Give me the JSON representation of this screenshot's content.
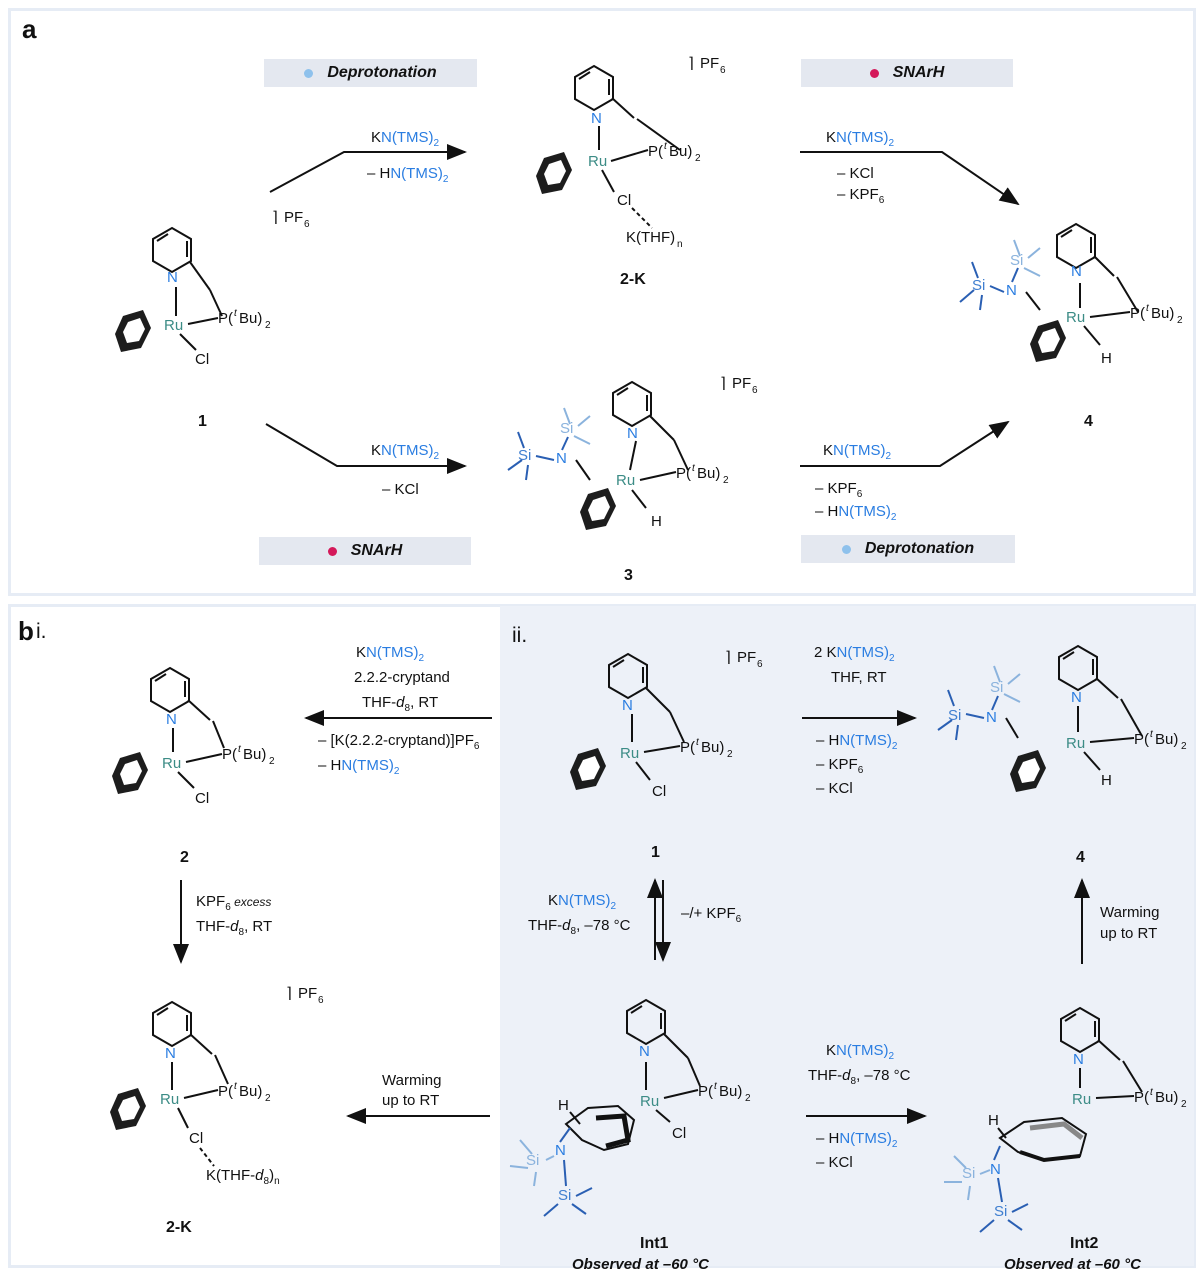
{
  "panel_a": {
    "label": "a",
    "pill_deprotonation_top": "Deprotonation",
    "pill_snarh_top": "SNArH",
    "pill_snarh_bottom": "SNArH",
    "pill_deprotonation_bottom": "Deprotonation",
    "compound_1": "1",
    "compound_2k": "2-K",
    "compound_3": "3",
    "compound_4": "4",
    "arrow1_reagent": "KN(TMS)2",
    "arrow1_byproduct": "– HN(TMS)2",
    "arrow2_reagent": "KN(TMS)2",
    "arrow2_byproducts": [
      "– KCl",
      "– KPF6"
    ],
    "arrow3_reagent": "KN(TMS)2",
    "arrow3_byproduct": "– KCl",
    "arrow4_reagent": "KN(TMS)2",
    "arrow4_byproducts": [
      "– KPF6",
      "– HN(TMS)2"
    ]
  },
  "panel_b": {
    "label": "b",
    "sub_i": "i.",
    "sub_ii": "ii.",
    "compound_2": "2",
    "compound_2k": "2-K",
    "compound_1": "1",
    "compound_4": "4",
    "compound_int1": "Int1",
    "compound_int2": "Int2",
    "observed_int1": "Observed at –60 °C",
    "observed_int2": "Observed at –60 °C",
    "arrow_1_to_2": [
      "KN(TMS)2",
      "2.2.2-cryptand",
      "THF-d8, RT",
      "– [K(2.2.2-cryptand)]PF6",
      "– HN(TMS)2"
    ],
    "arrow_2_to_2k": [
      "KPF6 excess",
      "THF-d8, RT"
    ],
    "arrow_int1_to_2k": [
      "Warming",
      "up to RT"
    ],
    "arrow_1_to_4": [
      "2 KN(TMS)2",
      "THF, RT",
      "– HN(TMS)2",
      "– KPF6",
      "– KCl"
    ],
    "arrow_1_int1": [
      "KN(TMS)2",
      "THF-d8, –78 °C",
      "–/+ KPF6"
    ],
    "arrow_int1_to_int2": [
      "KN(TMS)2",
      "THF-d8, –78 °C",
      "– HN(TMS)2",
      "– KCl"
    ],
    "arrow_int2_to_4": [
      "Warming",
      "up to RT"
    ]
  },
  "colors": {
    "blue_text": "#2a7de1",
    "ru_teal": "#3c8c86",
    "pill_bg": "#e4e8f0",
    "dot_blue": "#8ec1ec",
    "dot_magenta": "#d4195a",
    "panel_ii_bg": "#edf1f8"
  }
}
